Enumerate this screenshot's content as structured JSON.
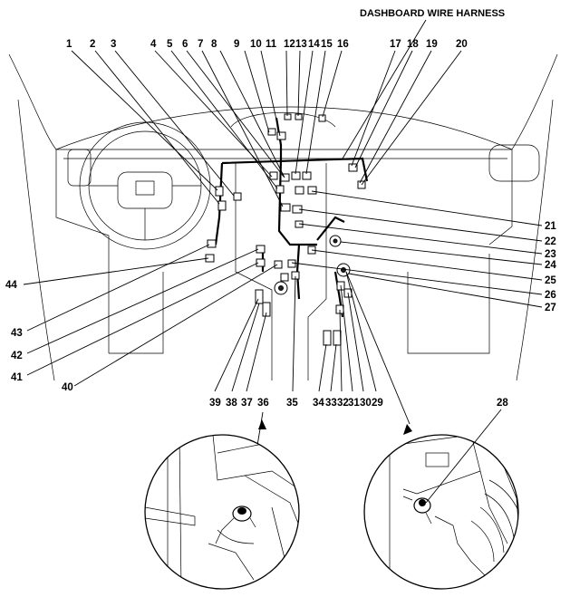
{
  "title": "DASHBOARD WIRE HARNESS",
  "callouts_top": [
    "1",
    "2",
    "3",
    "4",
    "5",
    "6",
    "7",
    "8",
    "9",
    "10",
    "11",
    "12",
    "13",
    "14",
    "15",
    "16",
    "17",
    "18",
    "19",
    "20"
  ],
  "callouts_right": [
    "21",
    "22",
    "23",
    "24",
    "25",
    "26",
    "27"
  ],
  "callouts_bottom_right": [
    "34",
    "33",
    "32",
    "31",
    "30",
    "29"
  ],
  "callouts_bottom_mid": [
    "39",
    "38",
    "37",
    "36",
    "35"
  ],
  "callouts_left": [
    "44",
    "43",
    "42",
    "41",
    "40"
  ],
  "detail_left_label": "36",
  "detail_right_label": "28"
}
